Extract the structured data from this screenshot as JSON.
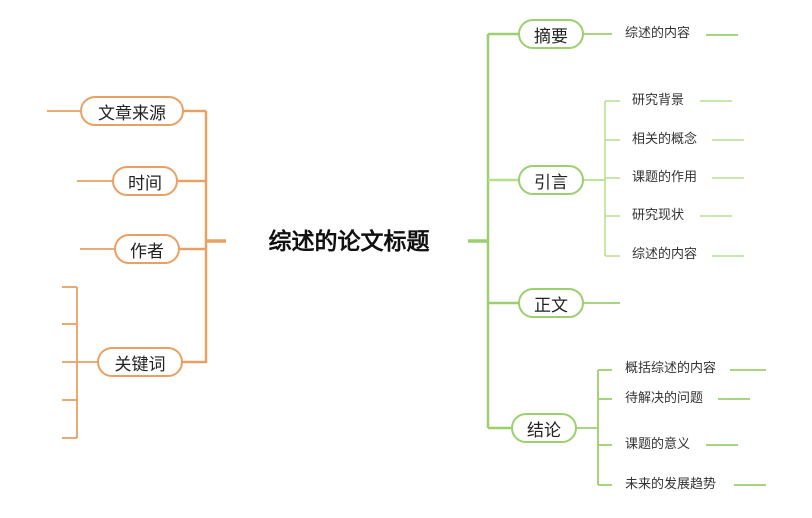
{
  "title": "综述的论文标题",
  "left": [
    {
      "label": "文章来源"
    },
    {
      "label": "时间"
    },
    {
      "label": "作者"
    },
    {
      "label": "关键词"
    }
  ],
  "right": [
    {
      "label": "摘要",
      "children": [
        "综述的内容"
      ]
    },
    {
      "label": "引言",
      "children": [
        "研究背景",
        "相关的概念",
        "课题的作用",
        "研究现状",
        "综述的内容"
      ]
    },
    {
      "label": "正文",
      "children": []
    },
    {
      "label": "结论",
      "children": [
        "概括综述的内容",
        "待解决的问题",
        "课题的意义",
        "未来的发展趋势"
      ]
    }
  ],
  "colors": {
    "left_branch": "#e9a163",
    "right_branch": "#9ccf6e",
    "right_leaf_line": "#b5df8e"
  }
}
